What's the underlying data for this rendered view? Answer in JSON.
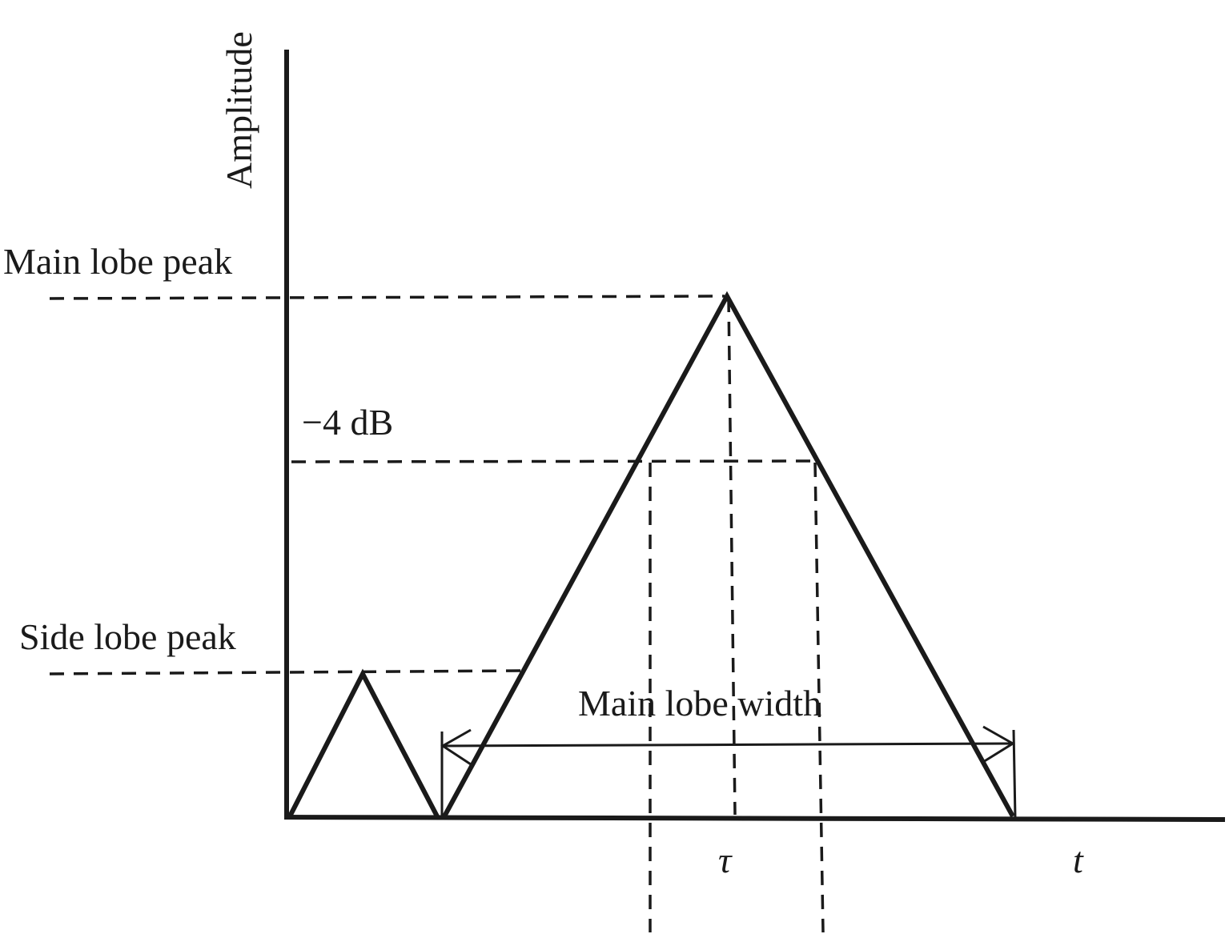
{
  "labels": {
    "y_axis": "Amplitude",
    "main_lobe_peak": "Main lobe peak",
    "side_lobe_peak": "Side lobe peak",
    "minus_4db": "−4 dB",
    "main_lobe_width": "Main lobe width",
    "tau": "τ",
    "t": "t"
  }
}
